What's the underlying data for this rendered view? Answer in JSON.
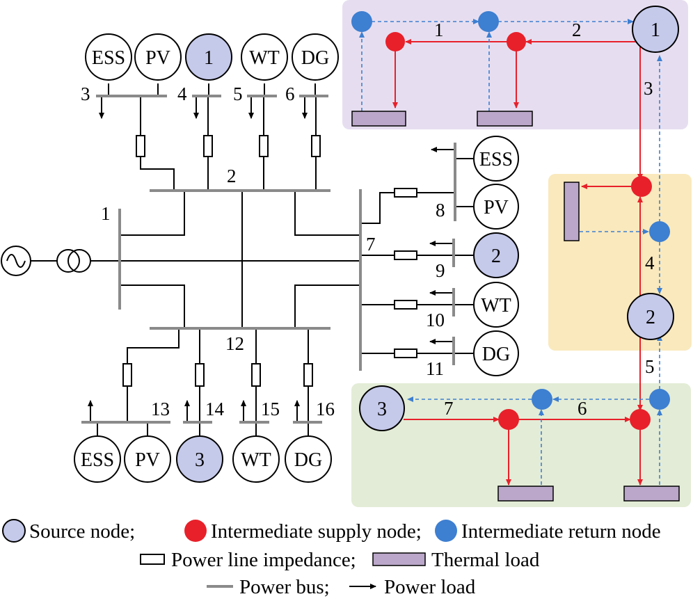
{
  "electric": {
    "source_label": "1",
    "bus_numbers": {
      "b1": "1",
      "b2": "2",
      "b3": "3",
      "b4": "4",
      "b5": "5",
      "b6": "6",
      "b7": "7",
      "b8": "8",
      "b9": "9",
      "b10": "10",
      "b11": "11",
      "b12": "12",
      "b13": "13",
      "b14": "14",
      "b15": "15",
      "b16": "16"
    },
    "top_units": [
      "ESS",
      "PV",
      "1",
      "WT",
      "DG"
    ],
    "right_units": [
      "ESS",
      "PV",
      "2",
      "WT",
      "DG"
    ],
    "bottom_units": [
      "ESS",
      "PV",
      "3",
      "WT",
      "DG"
    ]
  },
  "thermal": {
    "sources": [
      "1",
      "2",
      "3"
    ],
    "pipes": [
      "1",
      "2",
      "3",
      "4",
      "5",
      "6",
      "7"
    ]
  },
  "legend": {
    "source_node": "Source node;",
    "supply_node": "Intermediate supply node;",
    "return_node": "Intermediate return node",
    "impedance": "Power line impedance;",
    "thermal_load": "Thermal load",
    "power_bus": "Power bus;",
    "power_load": "Power load"
  },
  "colors": {
    "source_fill": "#c5c9ea",
    "supply": "#e8202a",
    "return": "#3d7fd1",
    "thermal_load": "#bba7c9",
    "bus": "#8a8a8a",
    "region_top": "#e6def0",
    "region_middle": "#f9e9bd",
    "region_bottom": "#e3ecd6"
  }
}
